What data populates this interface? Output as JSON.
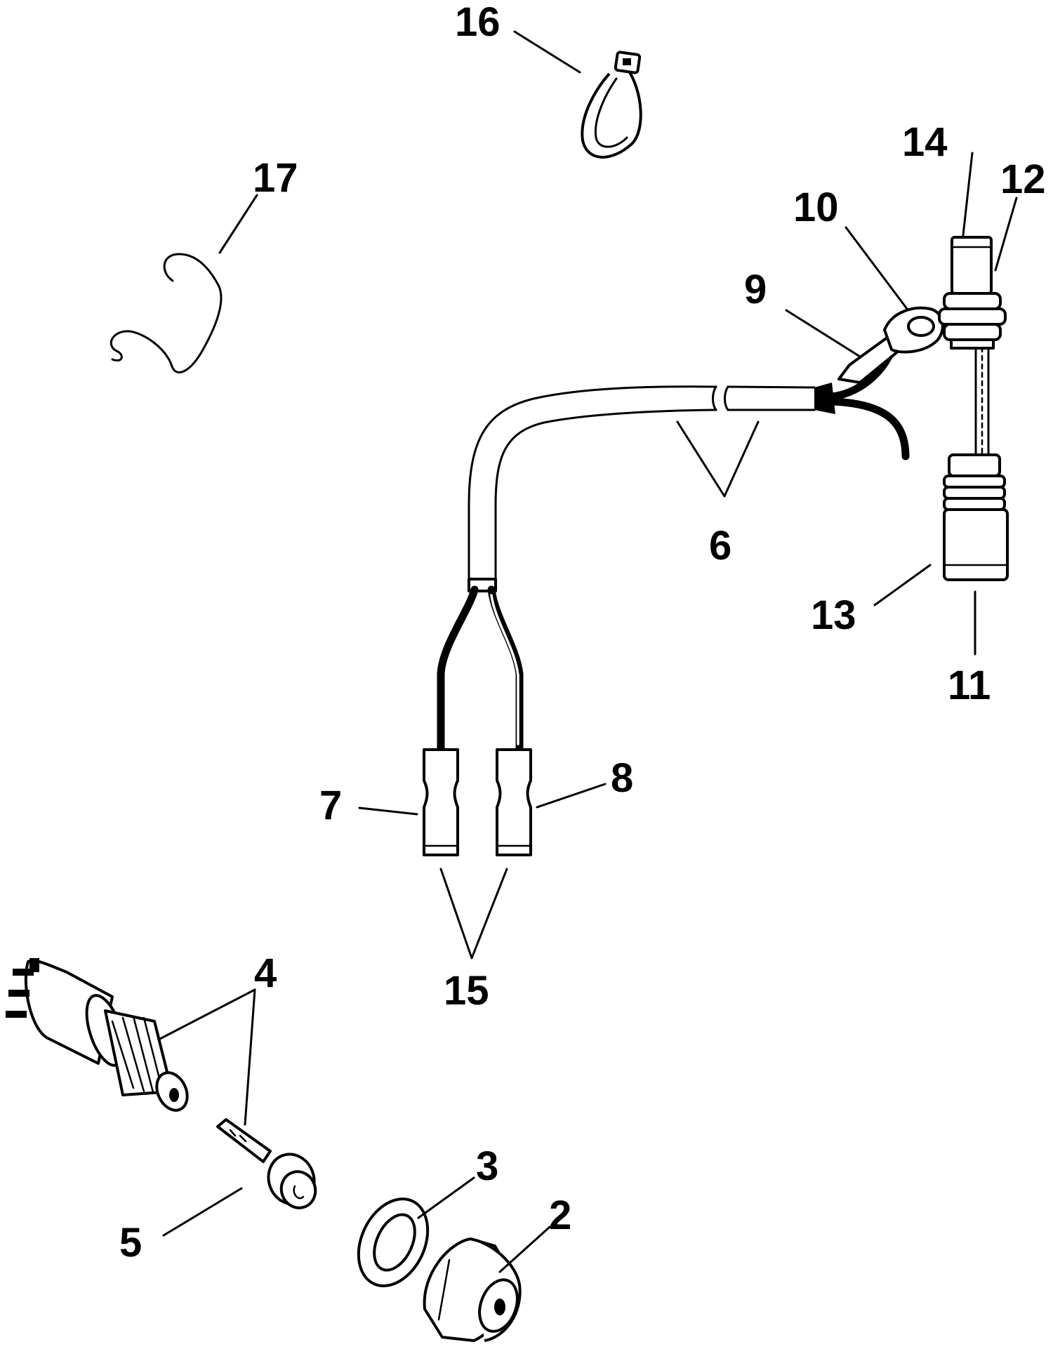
{
  "diagram": {
    "callouts": [
      {
        "id": "c1",
        "text": "2"
      },
      {
        "id": "c2",
        "text": "3"
      },
      {
        "id": "c3",
        "text": "4"
      },
      {
        "id": "c4",
        "text": "5"
      },
      {
        "id": "c5",
        "text": "6"
      },
      {
        "id": "c6",
        "text": "7"
      },
      {
        "id": "c7",
        "text": "8"
      },
      {
        "id": "c8",
        "text": "9"
      },
      {
        "id": "c9",
        "text": "10"
      },
      {
        "id": "c10",
        "text": "11"
      },
      {
        "id": "c11",
        "text": "12"
      },
      {
        "id": "c12",
        "text": "13"
      },
      {
        "id": "c13",
        "text": "14"
      },
      {
        "id": "c14",
        "text": "15"
      },
      {
        "id": "c15",
        "text": "16"
      },
      {
        "id": "c16",
        "text": "17"
      }
    ]
  }
}
